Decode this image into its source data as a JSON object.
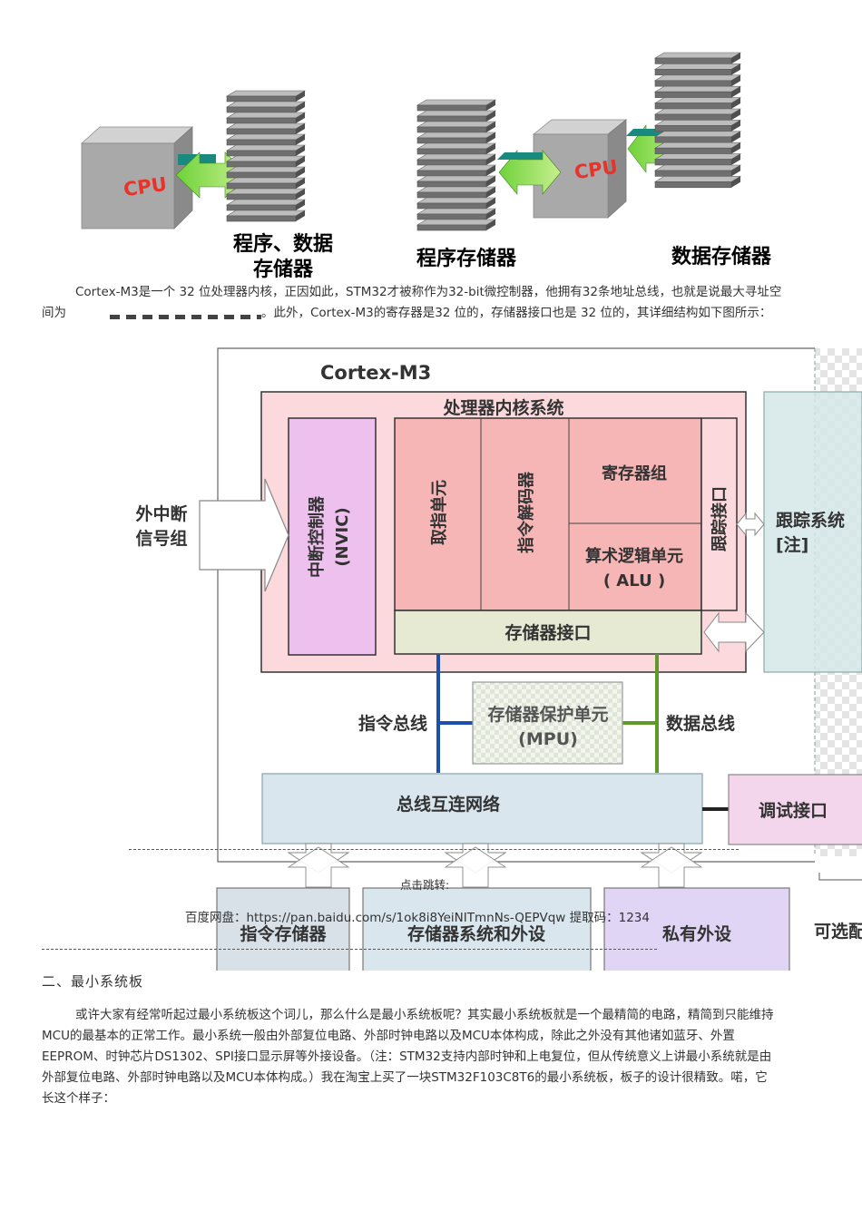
{
  "top_figure": {
    "left": {
      "cpu": "CPU",
      "label_line1": "程序、数据",
      "label_line2": "存储器"
    },
    "right": {
      "cpu": "CPU",
      "program_label": "程序存储器",
      "data_label": "数据存储器"
    }
  },
  "para1": {
    "line1": "Cortex-M3是一个 32 位处理器内核，正因如此，STM32才被称作为32-bit微控制器，他拥有32条地址总线，也就是说最大寻址空",
    "line2_start": "间为",
    "line2_end": "。此外，Cortex-M3的寄存器是32 位的，存储器接口也是 32 位的，其详细结构如下图所示："
  },
  "diagram": {
    "title": "Cortex-M3",
    "core_system": "处理器内核系统",
    "ext_int_line1": "外中断",
    "ext_int_line2": "信号组",
    "nvic_line1": "中断控制器",
    "nvic_line2": "(NVIC)",
    "fetch_unit": "取指单元",
    "decode_unit": "指令解码器",
    "register_bank": "寄存器组",
    "alu_line1": "算术逻辑单元",
    "alu_line2": "( ALU )",
    "trace_if": "跟踪接口",
    "mem_if": "存储器接口",
    "trace_sys_line1": "跟踪系统",
    "trace_sys_line2": "[注]",
    "instr_bus": "指令总线",
    "data_bus": "数据总线",
    "mpu_line1": "存储器保护单元",
    "mpu_line2": "(MPU)",
    "bus_matrix": "总线互连网络",
    "debug_if": "调试接口",
    "instr_mem": "指令存储器",
    "mem_sys": "存储器系统和外设",
    "private_periph": "私有外设",
    "optional": "可选配"
  },
  "overlay": {
    "click_jump": "点击跳转:",
    "baidu_link": "百度网盘：https://pan.baidu.com/s/1ok8i8YeiNITmnNs-QEPVqw 提取码：1234"
  },
  "section2": {
    "heading": "二、最小系统板",
    "para_lines": [
      "或许大家有经常听起过最小系统板这个词儿，那么什么是最小系统板呢？其实最小系统板就是一个最精简的电路，精简到只能维持",
      "MCU的最基本的正常工作。最小系统一般由外部复位电路、外部时钟电路以及MCU本体构成，除此之外没有其他诸如蓝牙、外置",
      "EEPROM、时钟芯片DS1302、SPI接口显示屏等外接设备。（注：STM32支持内部时钟和上电复位，但从传统意义上讲最小系统就是由",
      "外部复位电路、外部时钟电路以及MCU本体构成。）我在淘宝上买了一块STM32F103C8T6的最小系统板，板子的设计很精致。喏，它",
      "长这个样子："
    ]
  },
  "colors": {
    "cpu_gray": "#a9a9a9",
    "cpu_red": "#e8322a",
    "core_pink": "#fbd9dc",
    "nvic_purple": "#eec0ee",
    "unit_pink": "#f7b6b6",
    "mem_if_green": "#e6ead2",
    "bus_blue": "#1d4fae",
    "bus_green": "#5e9a2a",
    "bus_matrix_blue": "#d9e6ee",
    "periph_purple": "#e1d5f5"
  }
}
